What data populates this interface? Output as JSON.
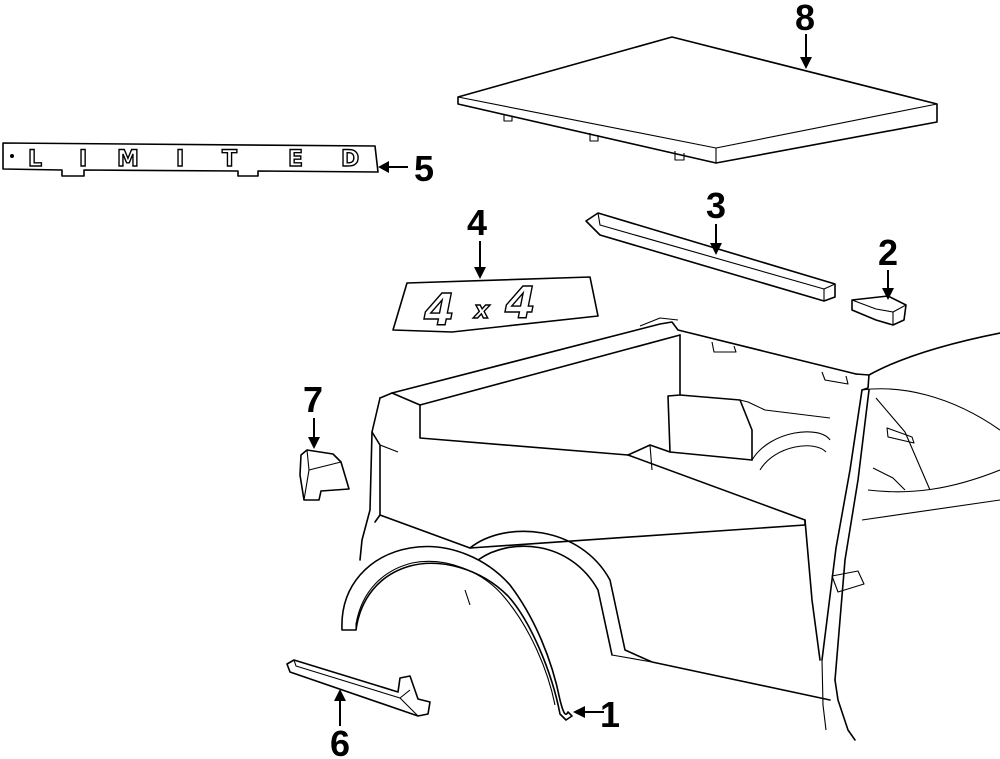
{
  "callouts": [
    "1",
    "2",
    "3",
    "4",
    "5",
    "6",
    "7",
    "8"
  ],
  "emblems": {
    "limited_letters": [
      "L",
      "I",
      "M",
      "I",
      "T",
      "E",
      "D"
    ],
    "four_by_four": {
      "first": "4",
      "middle": "x",
      "last": "4"
    }
  }
}
